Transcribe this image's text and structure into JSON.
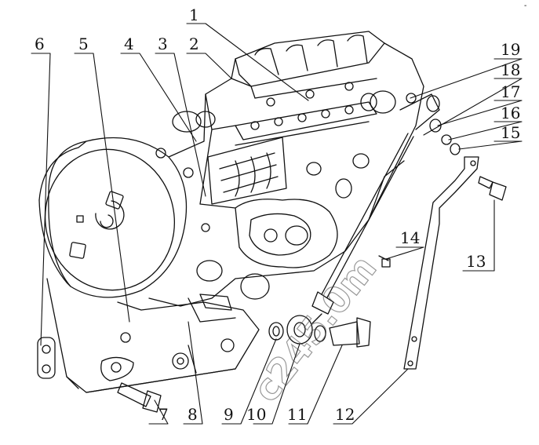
{
  "diagram": {
    "part_numbers": [
      "1",
      "2",
      "3",
      "4",
      "5",
      "6",
      "7",
      "8",
      "9",
      "10",
      "11",
      "12",
      "13",
      "14",
      "15",
      "16",
      "17",
      "18",
      "19"
    ],
    "watermark": "c245.0m",
    "corner_mark": "-"
  },
  "colors": {
    "line": "#111111",
    "background": "#ffffff"
  }
}
